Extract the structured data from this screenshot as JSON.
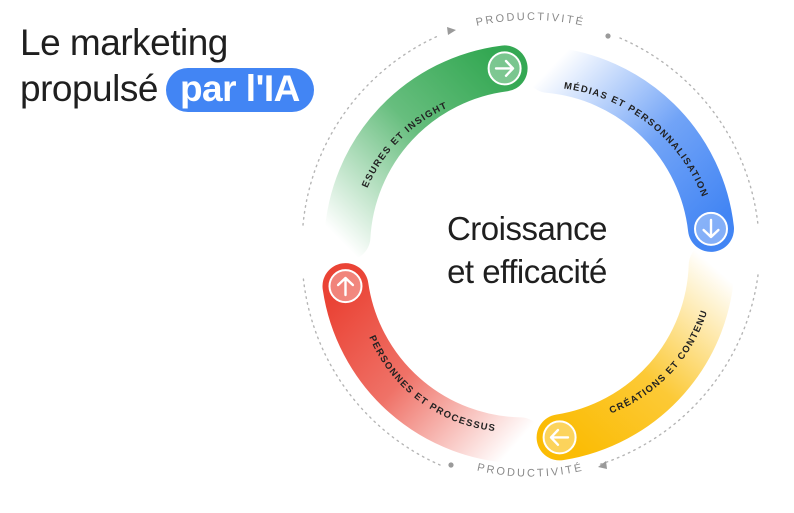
{
  "headline": {
    "line1": "Le marketing",
    "line2": "propulsé",
    "highlight": "par l'IA"
  },
  "center": {
    "line1": "Croissance",
    "line2": "et efficacité"
  },
  "outer_labels": {
    "top": "PRODUCTIVITÉ",
    "bottom": "PRODUCTIVITÉ"
  },
  "segments": [
    {
      "label": "MESURES ET INSIGHTS",
      "color": "#34a853",
      "icon": "arrow-right-icon"
    },
    {
      "label": "MÉDIAS ET PERSONNALISATION",
      "color": "#4285f4",
      "icon": "arrow-down-icon"
    },
    {
      "label": "CRÉATIONS ET CONTENU",
      "color": "#fbbc04",
      "icon": "arrow-left-icon"
    },
    {
      "label": "PERSONNES ET PROCESSUS",
      "color": "#ea4335",
      "icon": "arrow-up-icon"
    }
  ]
}
